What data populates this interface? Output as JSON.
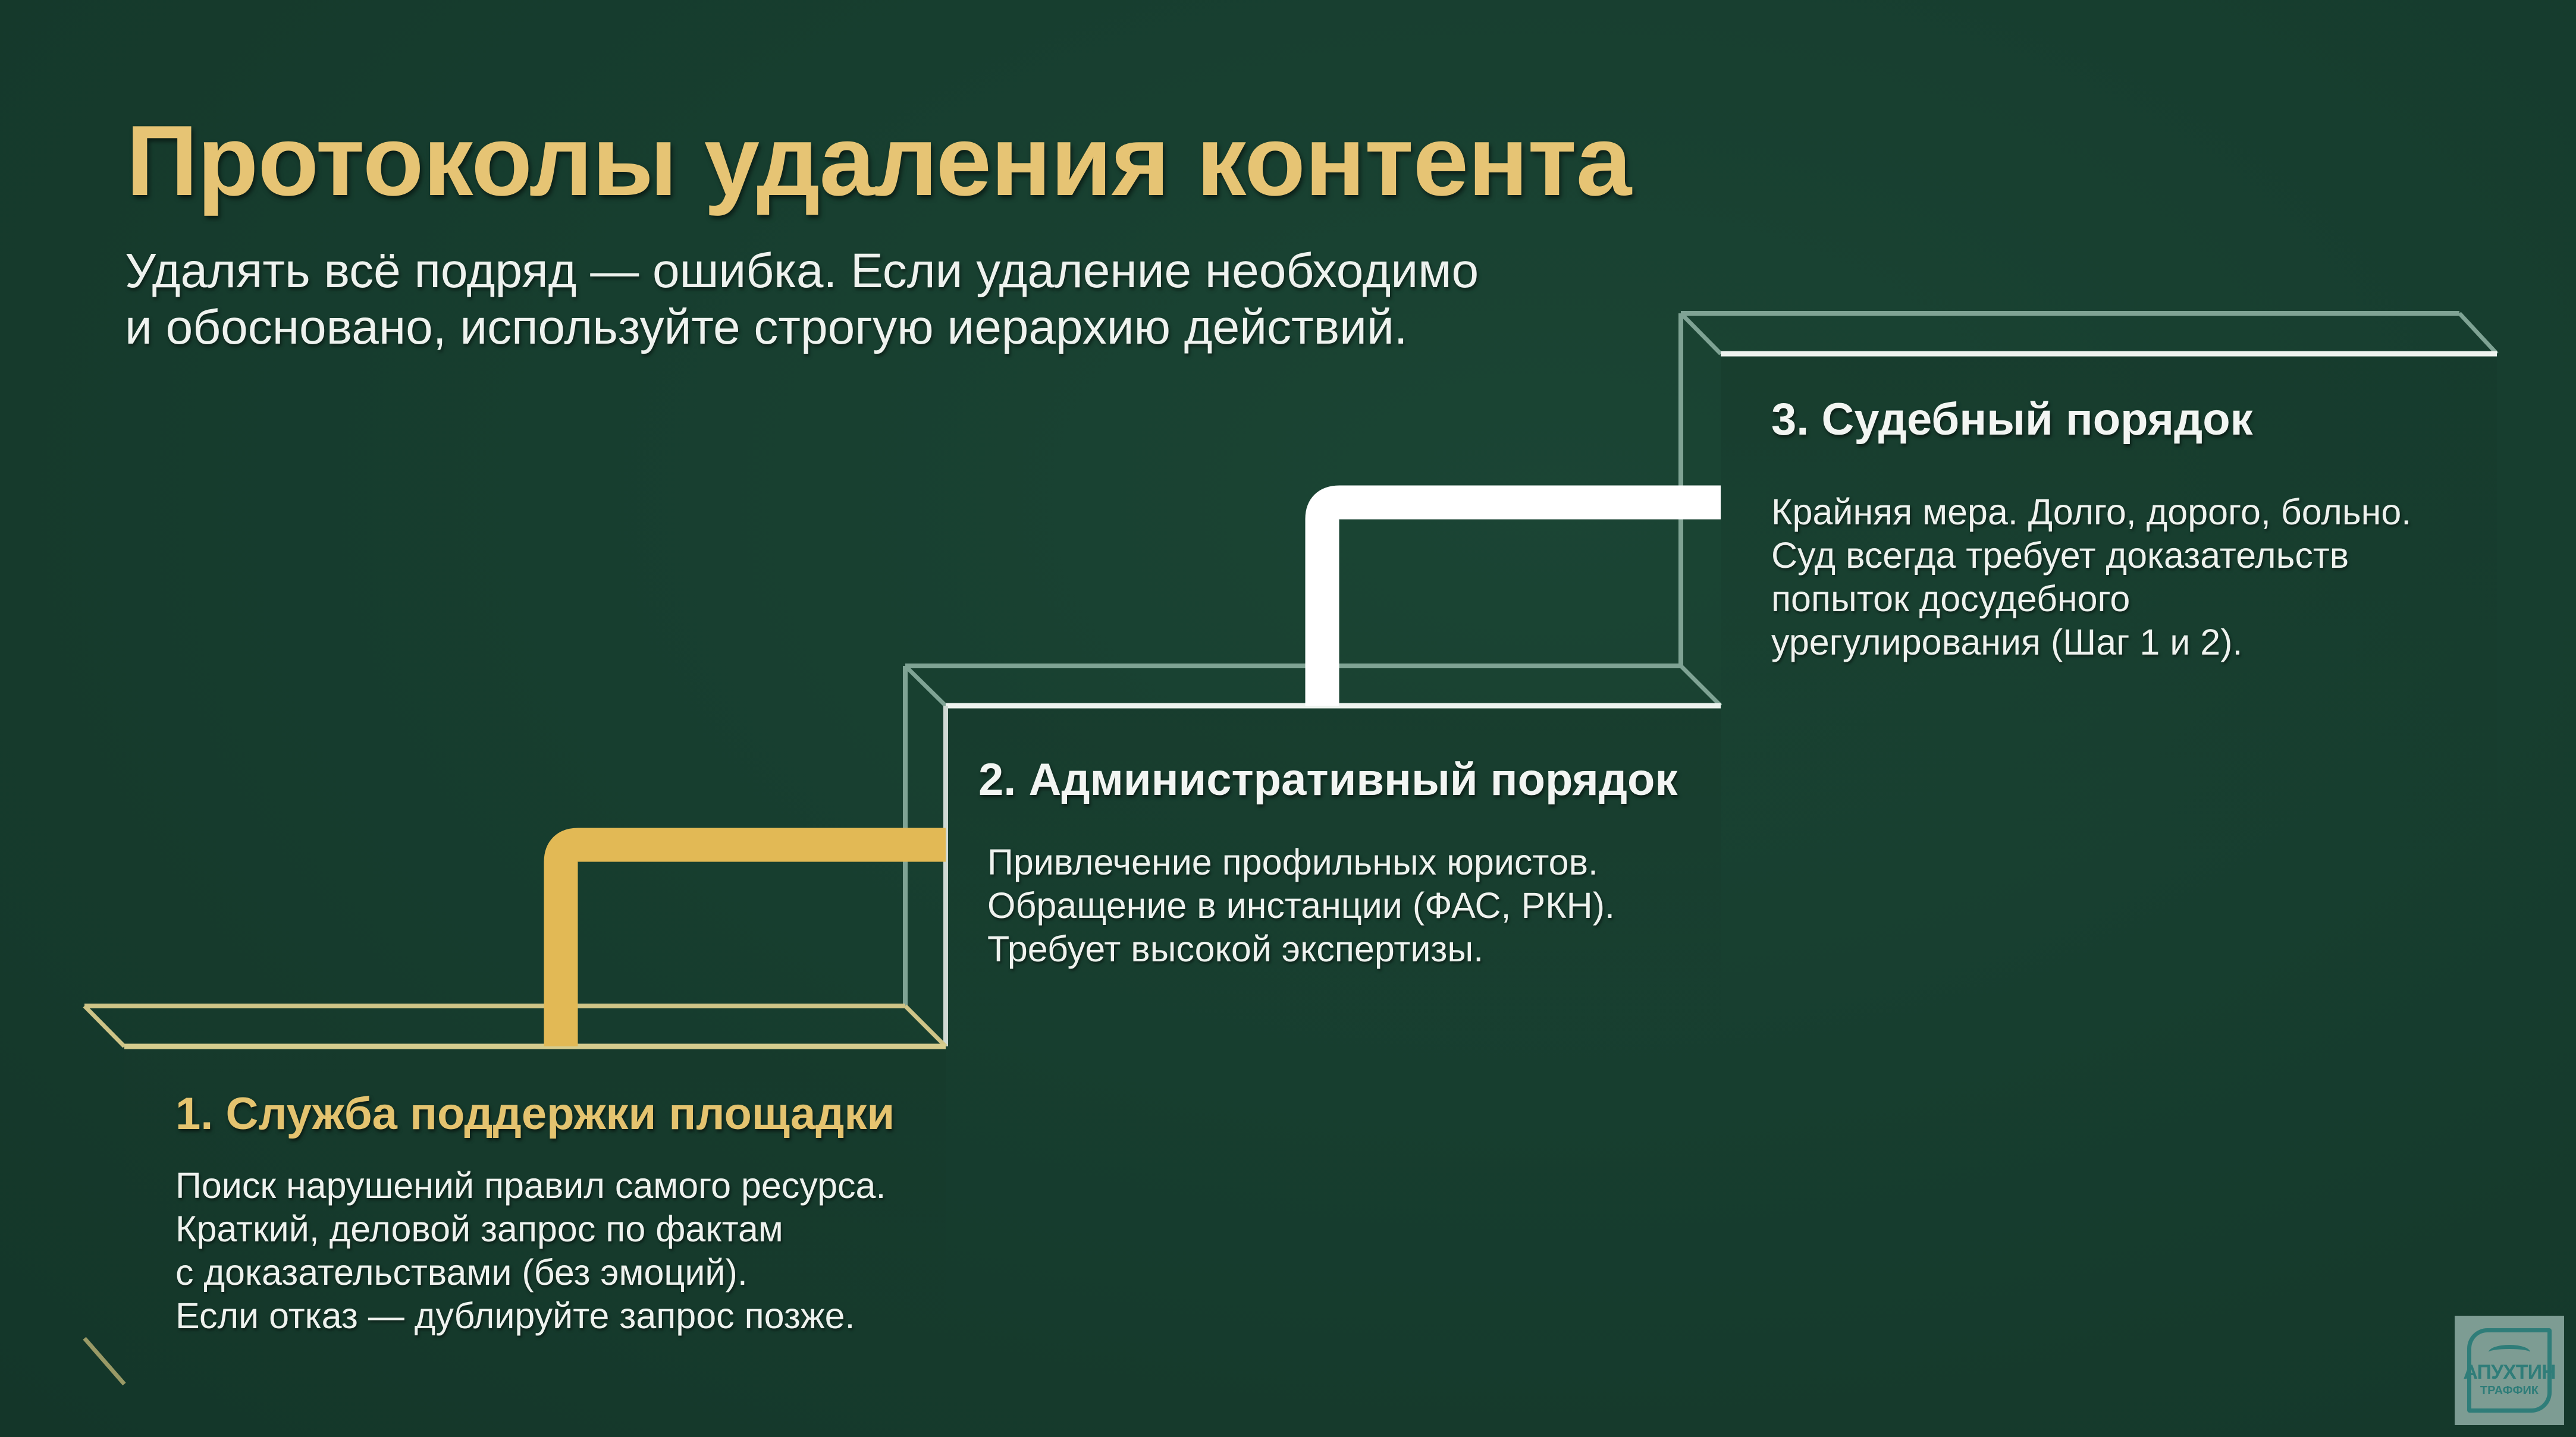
{
  "slide": {
    "title": "Протоколы удаления контента",
    "subtitle": [
      "Удалять всё подряд — ошибка. Если удаление необходимо",
      "и обосновано, используйте строгую иерархию действий."
    ]
  },
  "steps": [
    {
      "heading": "1. Служба поддержки площадки",
      "body": [
        "Поиск нарушений правил самого ресурса.",
        "Краткий, деловой запрос по фактам",
        "с доказательствами (без эмоций).",
        "Если отказ — дублируйте запрос позже."
      ],
      "accent": "#e2b955"
    },
    {
      "heading": "2. Административный порядок",
      "body": [
        "Привлечение профильных юристов.",
        "Обращение в инстанции (ФАС, РКН).",
        "Требует высокой экспертизы."
      ],
      "accent": "#ffffff"
    },
    {
      "heading": "3. Судебный порядок",
      "body": [
        "Крайняя мера. Долго, дорого, больно.",
        "Суд всегда требует доказательств",
        "попыток досудебного",
        "урегулирования (Шаг 1 и 2)."
      ],
      "accent": "#ffffff"
    }
  ],
  "logo": {
    "line1": "АПУХТИН",
    "line2": "ТРАФФИК"
  },
  "colors": {
    "background": "#173e2f",
    "title": "#e6c474",
    "gold_connector": "#e2b955",
    "gold_frame": "#cfc487",
    "white_frame": "#e8efea",
    "back_frame": "#7fa394"
  }
}
